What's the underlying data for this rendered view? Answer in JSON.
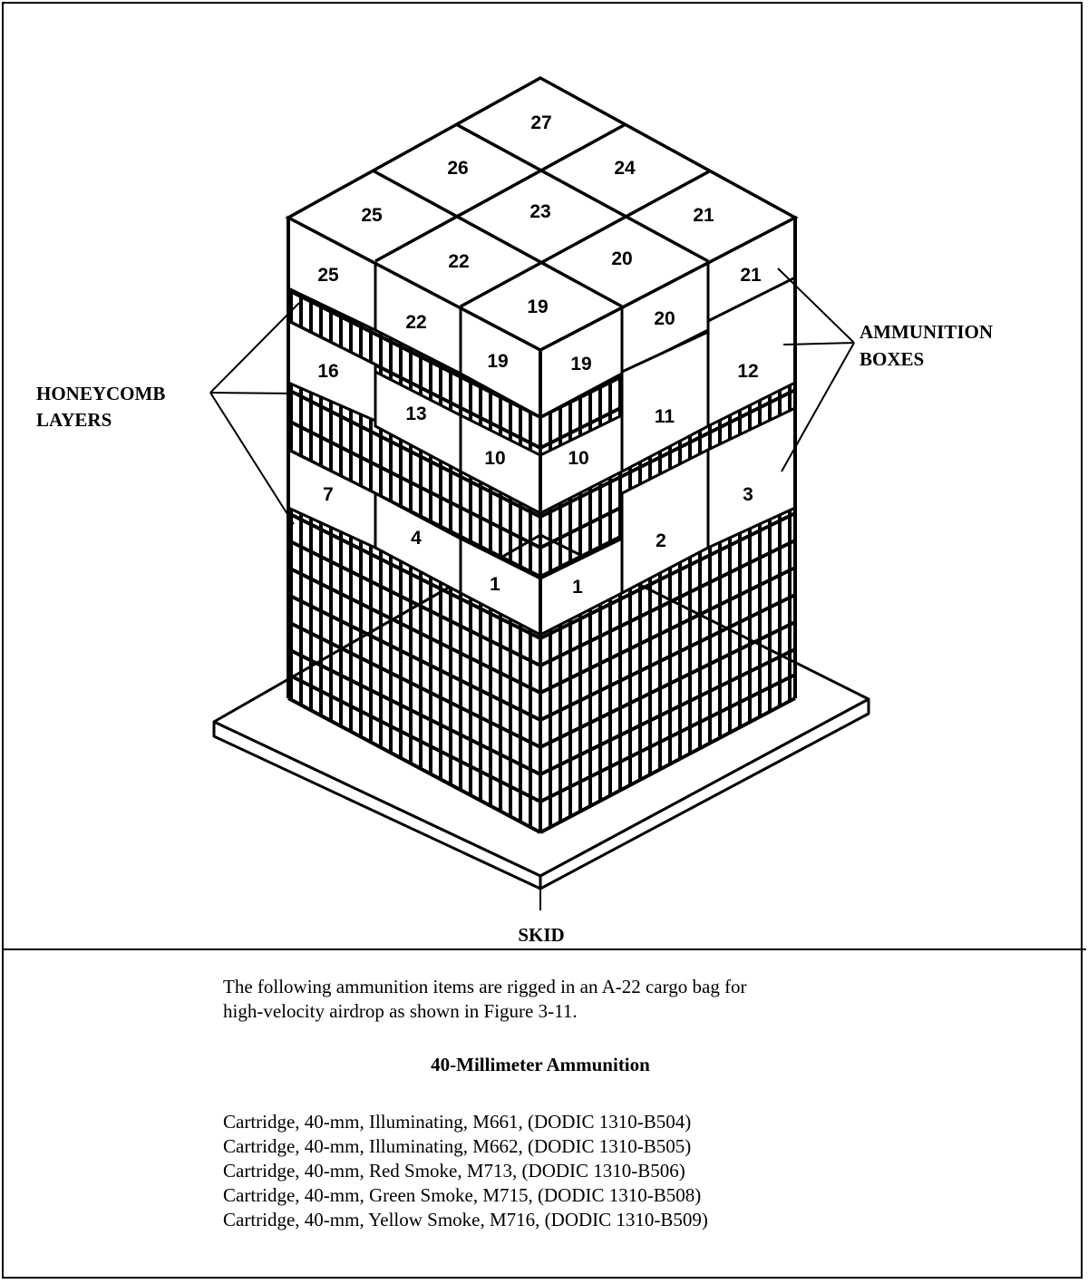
{
  "figure": {
    "callouts": {
      "ammunition_boxes": [
        "AMMUNITION",
        "BOXES"
      ],
      "honeycomb_layers": [
        "HONEYCOMB",
        "LAYERS"
      ],
      "skid": "SKID"
    },
    "top_labels": [
      "27",
      "26",
      "24",
      "25",
      "23",
      "21",
      "22",
      "20",
      "19"
    ],
    "left_face_labels": [
      "25",
      "22",
      "16",
      "13",
      "19",
      "7",
      "10",
      "4",
      "1"
    ],
    "right_face_labels": [
      "21",
      "20",
      "19",
      "12",
      "11",
      "10",
      "3",
      "2",
      "1"
    ]
  },
  "body": {
    "intro": "The following ammunition items are rigged in an  A-22 cargo bag for\nhigh-velocity airdrop as shown  in Figure 3-11.",
    "heading": "40-Millimeter Ammunition",
    "items": [
      "Cartridge, 40-mm, Illuminating, M661, (DODIC 1310-B504)",
      "Cartridge, 40-mm, Illuminating, M662, (DODIC 1310-B505)",
      "Cartridge, 40-mm, Red Smoke, M713, (DODIC 1310-B506)",
      "Cartridge, 40-mm, Green Smoke, M715, (DODIC 1310-B508)",
      "Cartridge, 40-mm, Yellow Smoke, M716, (DODIC 1310-B509)"
    ]
  }
}
